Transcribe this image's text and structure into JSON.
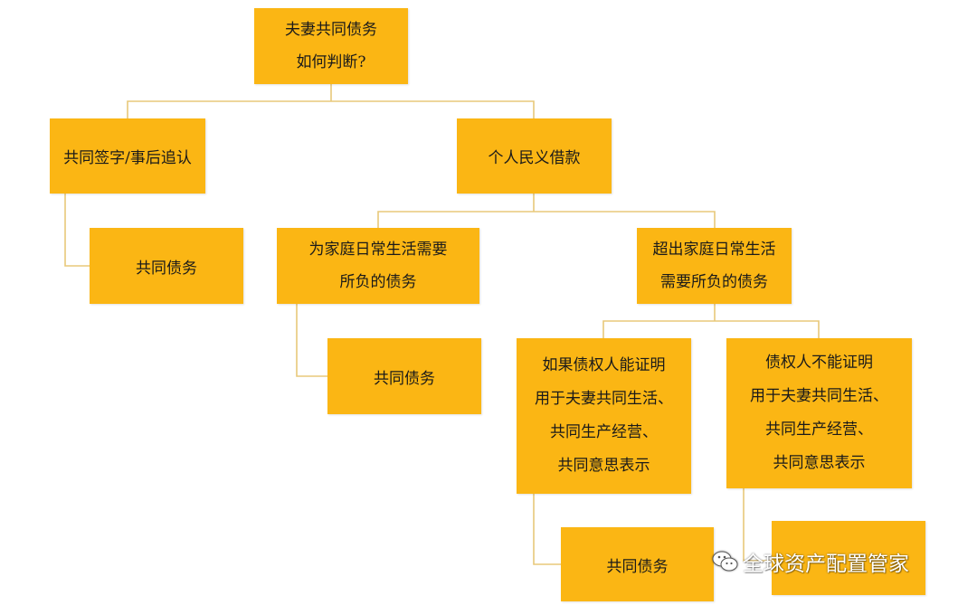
{
  "nodes": {
    "root": {
      "lines": [
        "夫妻共同债务",
        "如何判断?"
      ]
    },
    "joint_signature": {
      "lines": [
        "共同签字/事后追认"
      ]
    },
    "joint_debt_1": {
      "lines": [
        "共同债务"
      ]
    },
    "personal_loan": {
      "lines": [
        "个人民义借款"
      ]
    },
    "daily_needs": {
      "lines": [
        "为家庭日常生活需要",
        "所负的债务"
      ]
    },
    "joint_debt_2": {
      "lines": [
        "共同债务"
      ]
    },
    "beyond_daily": {
      "lines": [
        "超出家庭日常生活",
        "需要所负的债务"
      ]
    },
    "creditor_can_prove": {
      "lines": [
        "如果债权人能证明",
        "用于夫妻共同生活、",
        "共同生产经营、",
        "共同意思表示"
      ]
    },
    "creditor_cannot_prove": {
      "lines": [
        "债权人不能证明",
        "用于夫妻共同生活、",
        "共同生产经营、",
        "共同意思表示"
      ]
    },
    "joint_debt_3": {
      "lines": [
        "共同债务"
      ]
    },
    "result_hidden": {
      "lines": []
    }
  },
  "watermark": {
    "text": "全球资产配置管家",
    "icon": "wechat-icon"
  },
  "colors": {
    "box": "#fbb614",
    "connector": "#e8c87a",
    "text": "#1a1a1a"
  }
}
